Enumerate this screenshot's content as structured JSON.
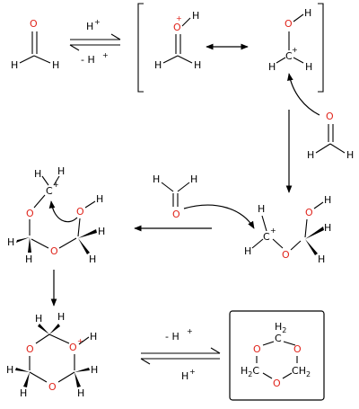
{
  "colors": {
    "oxygen": "#e0241b",
    "bond": "#000000",
    "background": "#ffffff"
  },
  "atoms": {
    "oxygen": "O",
    "hydrogen": "H",
    "carbon": "C",
    "methylene": "H2C",
    "methylene_right": "CH2",
    "plus": "+"
  },
  "conditions": {
    "equilibrium_1_top": "H",
    "equilibrium_1_bottom": "- H",
    "equilibrium_2_top": "- H",
    "equilibrium_2_bottom": "H",
    "charge": "+"
  },
  "molecules": [
    {
      "name": "formaldehyde"
    },
    {
      "name": "protonated-formaldehyde-oxonium"
    },
    {
      "name": "protonated-formaldehyde-carbocation"
    },
    {
      "name": "formaldehyde-attacking"
    },
    {
      "name": "hemiformal-cation"
    },
    {
      "name": "formaldehyde-third"
    },
    {
      "name": "open-chain-cation-cyclizing"
    },
    {
      "name": "protonated-trioxane"
    },
    {
      "name": "trioxane-product"
    }
  ]
}
